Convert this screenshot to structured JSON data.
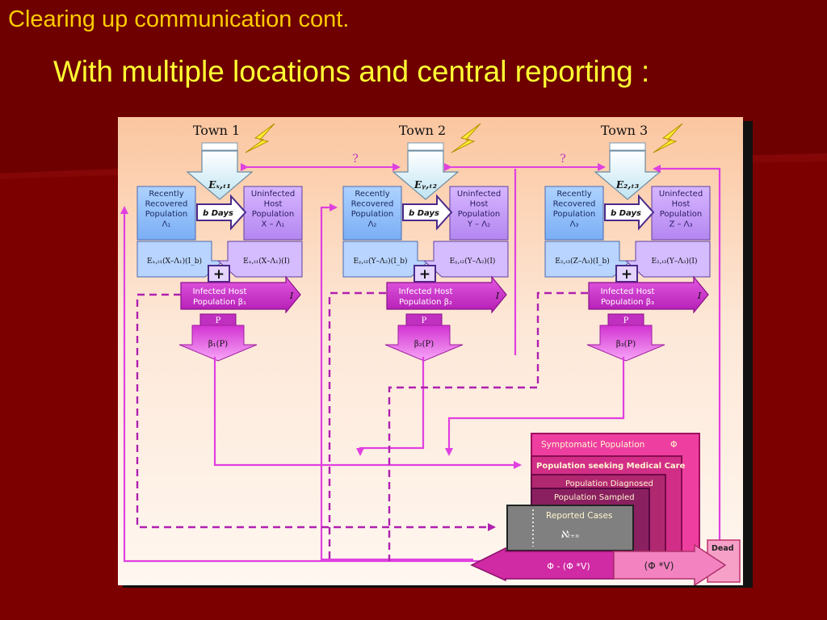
{
  "slide": {
    "header": "Clearing up communication cont.",
    "title": "With multiple locations and central reporting :"
  },
  "colors": {
    "background": "#7d0000",
    "header_text": "#ffcc00",
    "title_text": "#ffff33",
    "flow_line": "#e040e0",
    "dashed_line": "#b020b0",
    "infected_box": "#cc33cc",
    "recovered_box": "#9ec8ff",
    "uninfected_box": "#c9a2ff"
  },
  "towns": [
    {
      "name": "Town 1",
      "exposure_label": "Eₓ,ₜ₁",
      "recovered": [
        "Recently",
        "Recovered",
        "Population",
        "Λ₁"
      ],
      "uninfected": [
        "Uninfected",
        "Host",
        "Population",
        "X – Λ₁"
      ],
      "days_label": "b Days",
      "ib_label": "I_b",
      "i_label": "I",
      "left_formula": "Eₓ,ₜ₁(X–Λ₁)(I_b)",
      "right_formula": "Eₓ,ₜ₁(X–Λ₁)(I)",
      "plus": "+",
      "infected": [
        "Infected Host",
        "Population β₁"
      ],
      "infected_out": "I",
      "p_label": "P",
      "beta_p": "β₁(P)"
    },
    {
      "name": "Town 2",
      "exposure_label": "Eᵧ,ₜ₂",
      "recovered": [
        "Recently",
        "Recovered",
        "Population",
        "Λ₂"
      ],
      "uninfected": [
        "Uninfected",
        "Host",
        "Population",
        "Y – Λ₂"
      ],
      "days_label": "b Days",
      "ib_label": "I_b",
      "i_label": "I",
      "left_formula": "Eᵧ,ₜ₂(Y–Λ₂)(I_b)",
      "right_formula": "Eᵧ,ₜ₂(Y–Λ₂)(I)",
      "plus": "+",
      "infected": [
        "Infected Host",
        "Population β₂"
      ],
      "infected_out": "I",
      "p_label": "P",
      "beta_p": "β₂(P)"
    },
    {
      "name": "Town 3",
      "exposure_label": "E₂,ₜ₃",
      "recovered": [
        "Recently",
        "Recovered",
        "Population",
        "Λ₃"
      ],
      "uninfected": [
        "Uninfected",
        "Host",
        "Population",
        "Z – Λ₃"
      ],
      "days_label": "b Days",
      "ib_label": "I_b",
      "i_label": "I",
      "left_formula": "E₂,ₜ₃(Z–Λ₃)(I_b)",
      "right_formula": "E₂,ₜ₃(Y–Λ₃)(I)",
      "plus": "+",
      "infected": [
        "Infected Host",
        "Population β₃"
      ],
      "infected_out": "I",
      "p_label": "P",
      "beta_p": "β₃(P)"
    }
  ],
  "link_labels": [
    "?",
    "?"
  ],
  "reporting": {
    "symptomatic": "Symptomatic Population",
    "symptomatic_symbol": "Φ",
    "seeking_care": "Population seeking Medical Care",
    "diagnosed": "Population Diagnosed",
    "sampled": "Population Sampled",
    "reported": "Reported Cases",
    "reported_symbol": "ℵₜ₊ₙ",
    "left_arrow": "Φ - (Φ *V)",
    "right_arrow": "(Φ *V)",
    "dead": "Dead"
  }
}
